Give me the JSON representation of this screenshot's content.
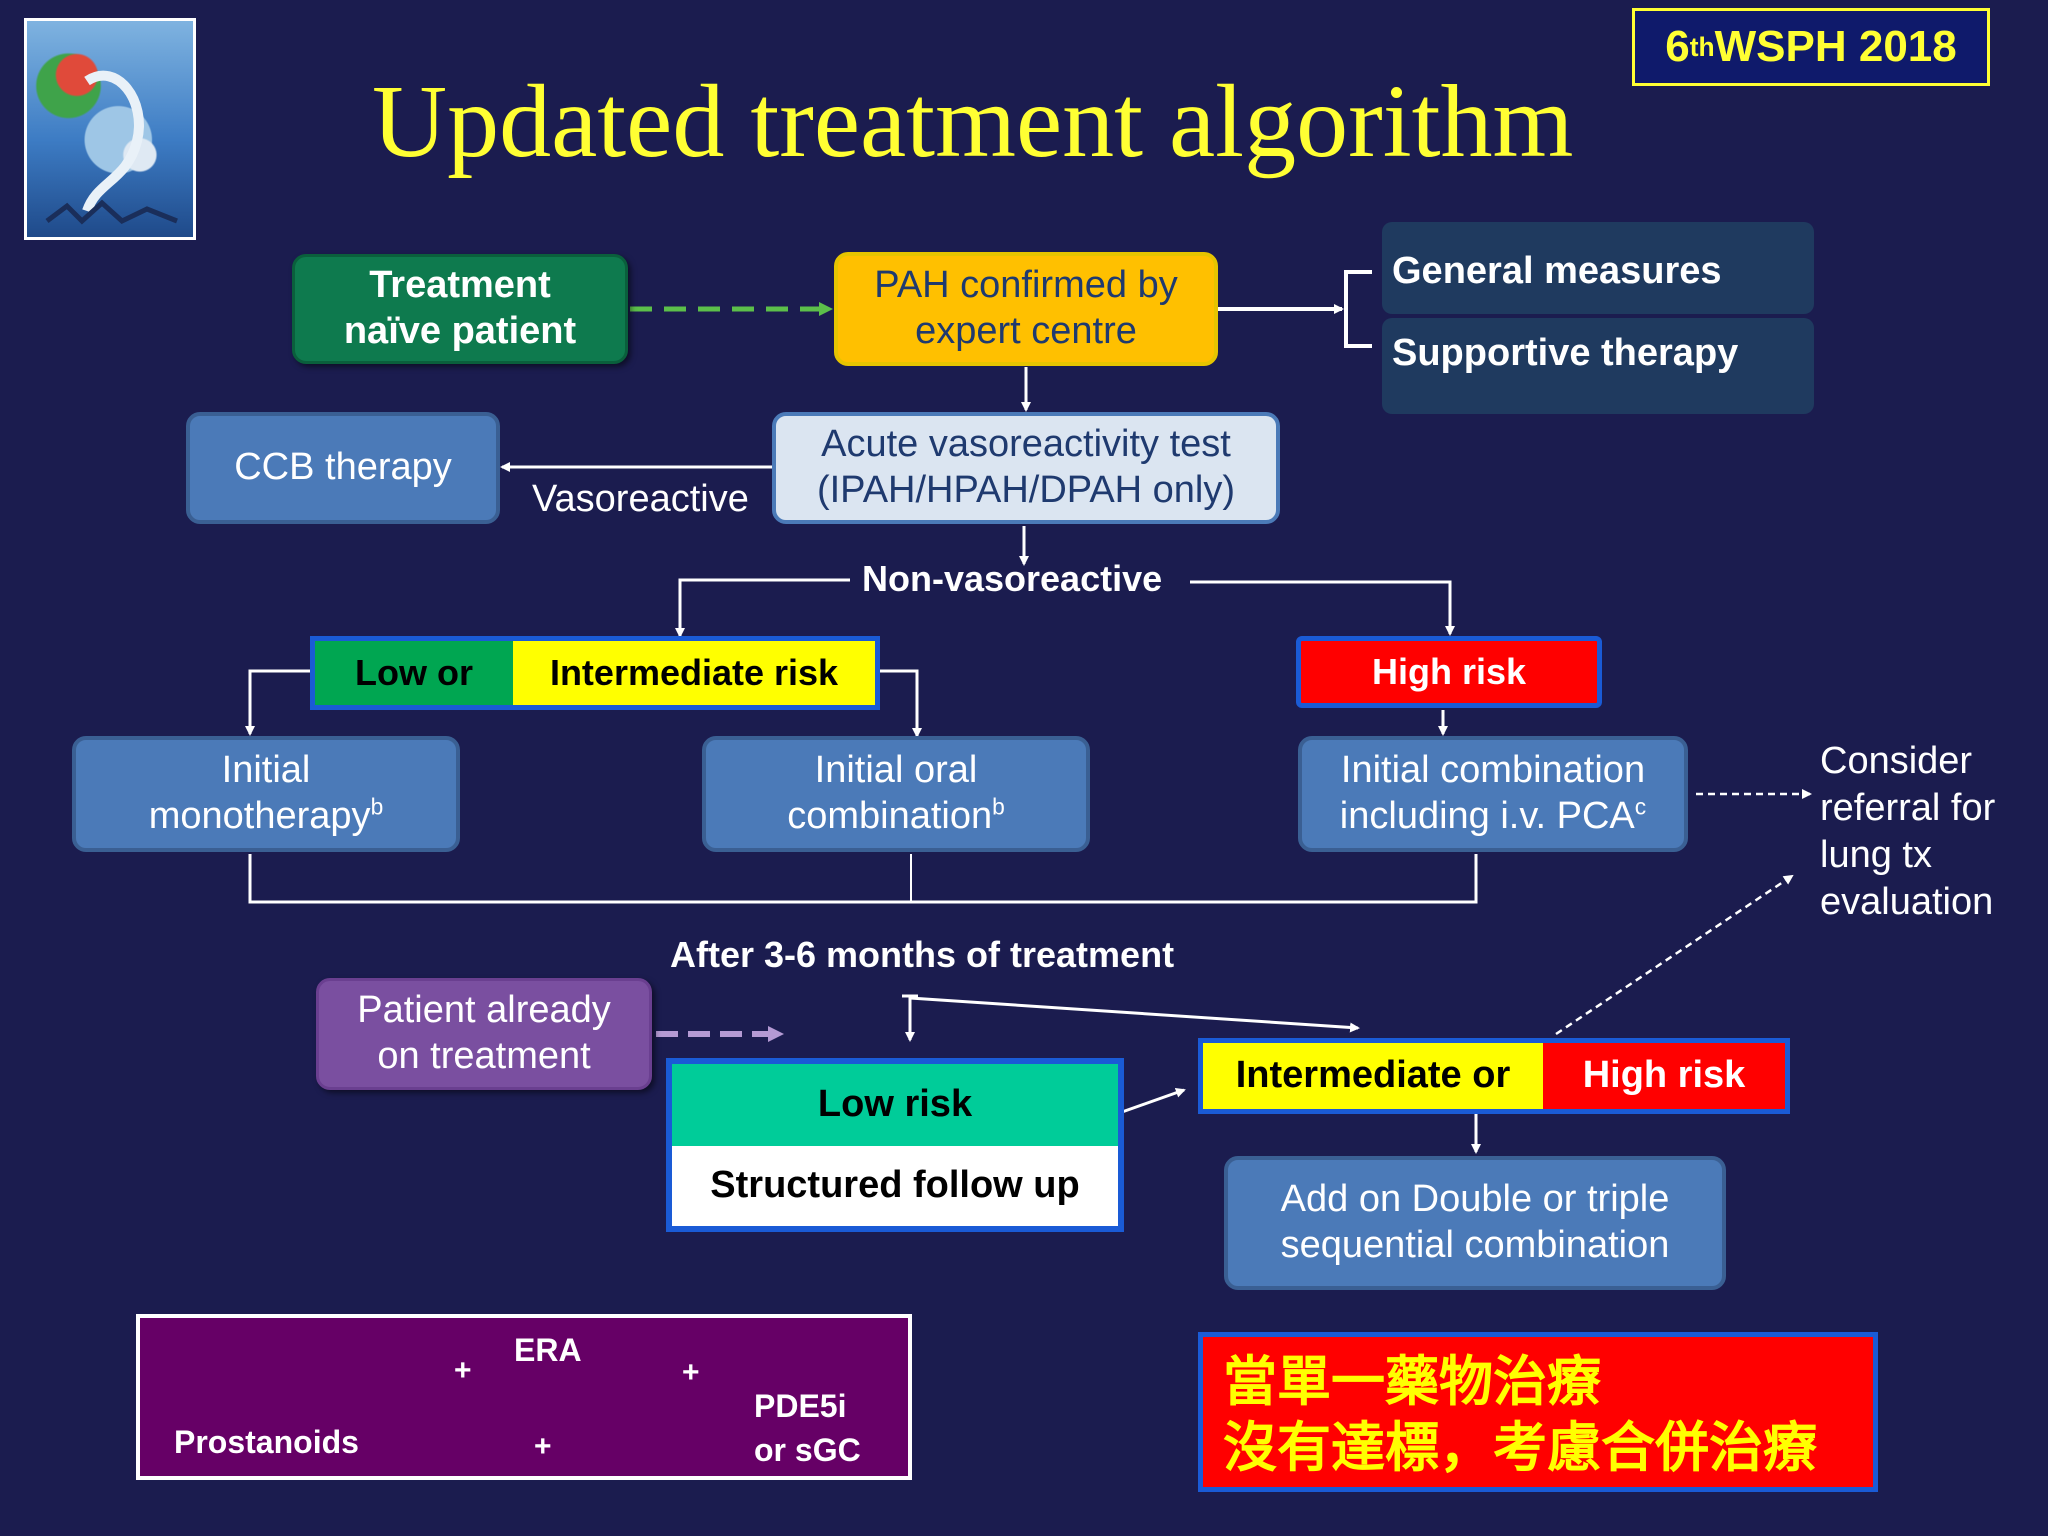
{
  "slide": {
    "title": "Updated treatment algorithm",
    "badge_prefix": "6",
    "badge_sup": "th",
    "badge_suffix": " WSPH 2018"
  },
  "nodes": {
    "naive_line1": "Treatment",
    "naive_line2": "naïve patient",
    "pah_line1": "PAH confirmed by",
    "pah_line2": "expert centre",
    "general_measures": "General measures",
    "supportive_therapy": "Supportive therapy",
    "ccb": "CCB therapy",
    "vasoreactive": "Vasoreactive",
    "avt_line1": "Acute vasoreactivity test",
    "avt_line2": "(IPAH/HPAH/DPAH only)",
    "non_vasoreactive": "Non-vasoreactive",
    "low_or": "Low or",
    "intermediate_risk": "Intermediate risk",
    "high_risk": "High risk",
    "mono_line1": "Initial",
    "mono_line2": "monotherapy",
    "mono_sup": "b",
    "oral_line1": "Initial oral",
    "oral_line2": "combination",
    "oral_sup": "b",
    "combo_line1": "Initial combination",
    "combo_line2": "including i.v. PCA",
    "combo_sup": "c",
    "referral_line1": "Consider",
    "referral_line2": "referral for",
    "referral_line3": "lung tx",
    "referral_line4": "evaluation",
    "after": "After 3-6 months of treatment",
    "already_line1": "Patient already",
    "already_line2": "on treatment",
    "low_risk": "Low risk",
    "structured": "Structured follow up",
    "int_or": "Intermediate or",
    "high_risk2": "High risk",
    "addon_line1": "Add on Double or triple",
    "addon_line2": "sequential combination"
  },
  "legend": {
    "era": "ERA",
    "prostanoids": "Prostanoids",
    "pde_line1": "PDE5i",
    "pde_line2": "or sGC",
    "plus": "+"
  },
  "note": {
    "line1": "當單一藥物治療",
    "line2": "沒有達標，考慮合併治療"
  },
  "colors": {
    "background": "#1b1c4f",
    "title": "#ffff33",
    "naive": "#0e7a4e",
    "pah": "#ffc000",
    "dark_blue": "#1f3a5f",
    "blue_box": "#4b7ab8",
    "low_green": "#00a651",
    "yellow": "#ffff00",
    "red": "#ff0000",
    "teal": "#00cc99",
    "purple": "#7a4fa0",
    "legend_purple": "#660066"
  },
  "icons": {
    "logo": "chagall-painting-icon"
  }
}
